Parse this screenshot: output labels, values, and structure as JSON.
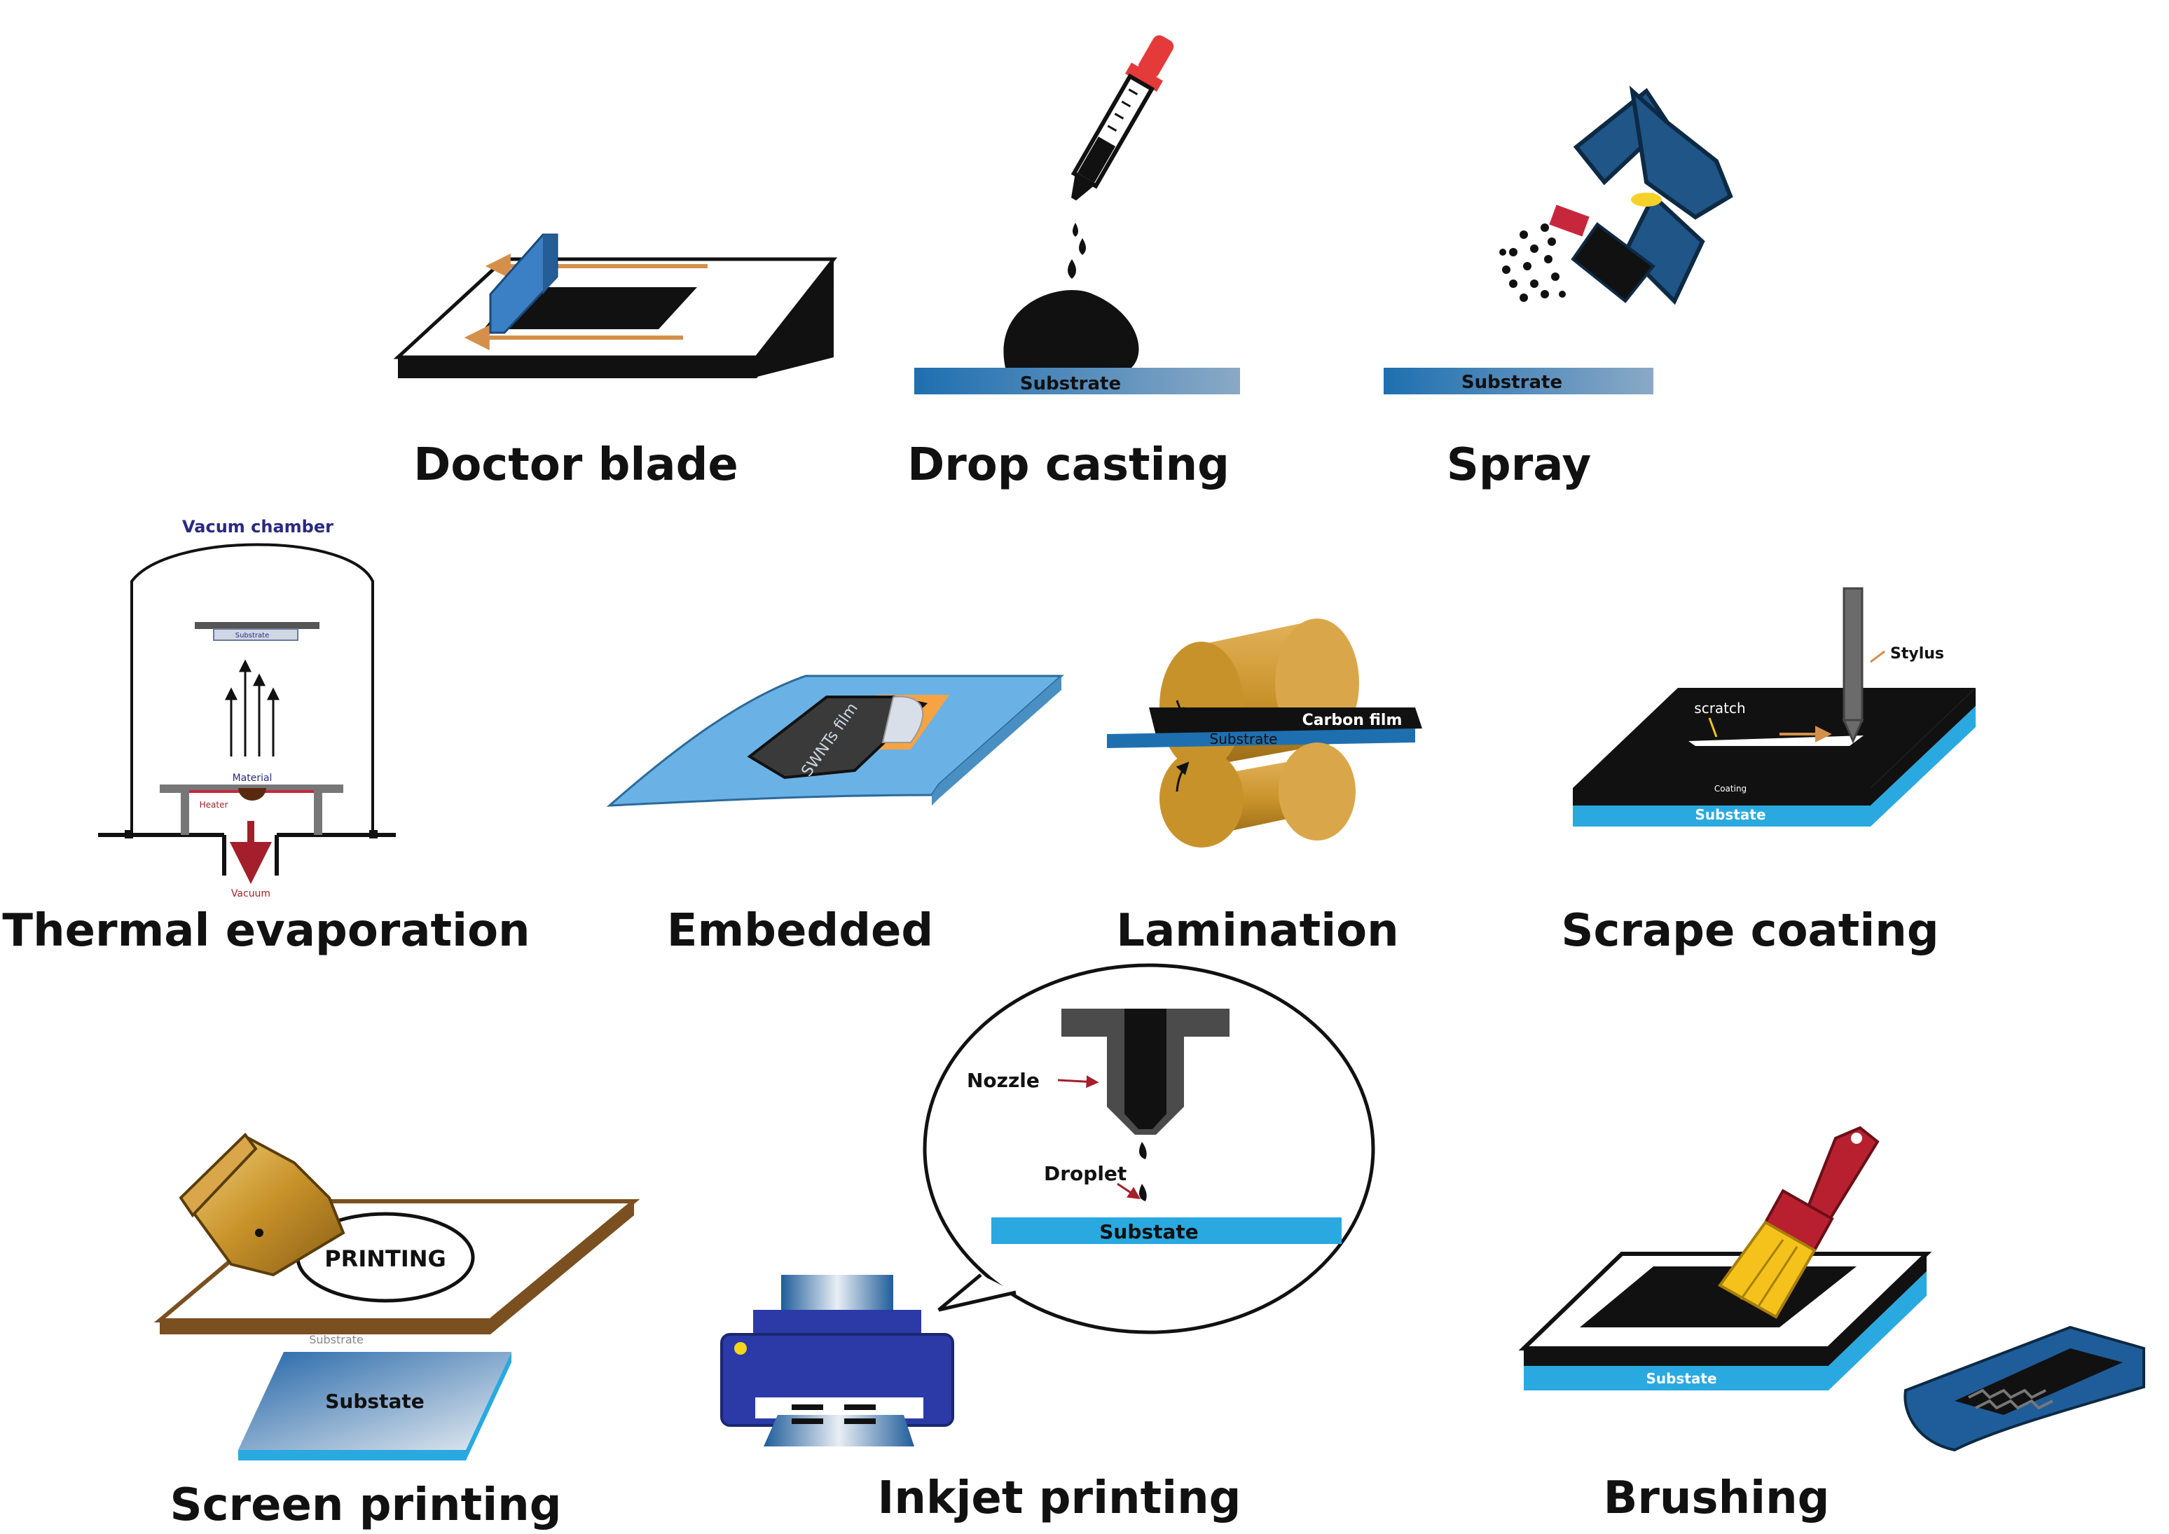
{
  "titles": {
    "doctor_blade": "Doctor blade",
    "drop_casting": "Drop casting",
    "spray": "Spray",
    "thermal_evaporation": "Thermal evaporation",
    "embedded": "Embedded",
    "lamination": "Lamination",
    "scrape_coating": "Scrape coating",
    "screen_printing": "Screen printing",
    "inkjet_printing": "Inkjet printing",
    "brushing": "Brushing"
  },
  "labels": {
    "drop_substrate": "Substrate",
    "spray_substrate": "Substrate",
    "vacuum_chamber": "Vacum chamber",
    "te_substrate": "Substrate",
    "te_material": "Material",
    "te_heater": "Heater",
    "te_vacuum": "Vacuum",
    "embedded_film": "SWNTs film",
    "lam_carbon_film": "Carbon film",
    "lam_substrate": "Substrate",
    "scrape_stylus": "Stylus",
    "scrape_scratch": "scratch",
    "scrape_coating": "Coating",
    "scrape_substrate": "Substate",
    "screen_printing_text": "PRINTING",
    "screen_substrate_upper": "Substrate",
    "screen_substrate": "Substate",
    "nozzle": "Nozzle",
    "droplet": "Droplet",
    "inkjet_substrate": "Substate",
    "brush_substrate": "Substate"
  },
  "colors": {
    "substrate_blue": "#1e6fb0",
    "light_blue": "#29a9e0",
    "orange_arrow": "#d4904a",
    "gold": "#c8922a",
    "red": "#d7262b",
    "dark_red": "#a41e2b",
    "printer_blue": "#2b3aa6",
    "brush_yellow": "#f4c21b"
  }
}
